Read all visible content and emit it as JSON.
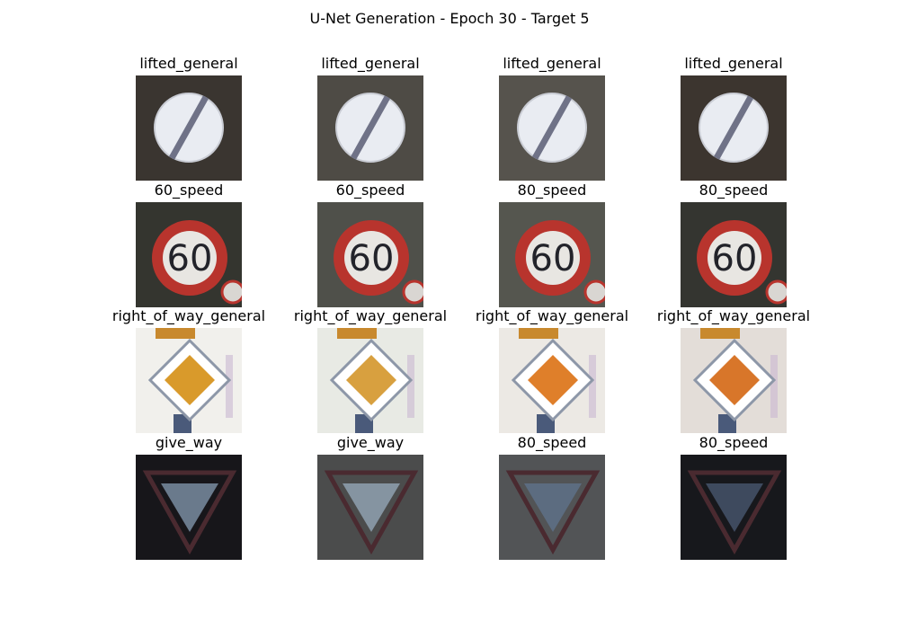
{
  "title": "U-Net Generation - Epoch 30 - Target 5",
  "grid": [
    [
      {
        "label": "lifted_general",
        "sign": "lifted",
        "bg": "#3a3530"
      },
      {
        "label": "lifted_general",
        "sign": "lifted",
        "bg": "#4e4b45"
      },
      {
        "label": "lifted_general",
        "sign": "lifted",
        "bg": "#56534d"
      },
      {
        "label": "lifted_general",
        "sign": "lifted",
        "bg": "#3c352f"
      }
    ],
    [
      {
        "label": "60_speed",
        "sign": "speed",
        "speed_text": "60",
        "bg": "#34352f"
      },
      {
        "label": "60_speed",
        "sign": "speed",
        "speed_text": "60",
        "bg": "#4f504a"
      },
      {
        "label": "80_speed",
        "sign": "speed",
        "speed_text": "60",
        "bg": "#55564f"
      },
      {
        "label": "80_speed",
        "sign": "speed",
        "speed_text": "60",
        "bg": "#343530"
      }
    ],
    [
      {
        "label": "right_of_way_general",
        "sign": "priority",
        "bg": "#f1f0ec",
        "fill": "#d99a2b"
      },
      {
        "label": "right_of_way_general",
        "sign": "priority",
        "bg": "#e8eae4",
        "fill": "#d8a03f"
      },
      {
        "label": "right_of_way_general",
        "sign": "priority",
        "bg": "#ece9e4",
        "fill": "#df7f2a"
      },
      {
        "label": "right_of_way_general",
        "sign": "priority",
        "bg": "#e3ddd8",
        "fill": "#d8762a"
      }
    ],
    [
      {
        "label": "give_way",
        "sign": "giveway",
        "bg": "#17161a",
        "fill": "#6a7a8c"
      },
      {
        "label": "give_way",
        "sign": "giveway",
        "bg": "#4b4c4c",
        "fill": "#8594a1"
      },
      {
        "label": "80_speed",
        "sign": "giveway",
        "bg": "#525456",
        "fill": "#5c6c80"
      },
      {
        "label": "80_speed",
        "sign": "giveway",
        "bg": "#17181c",
        "fill": "#3e4a5e"
      }
    ]
  ]
}
